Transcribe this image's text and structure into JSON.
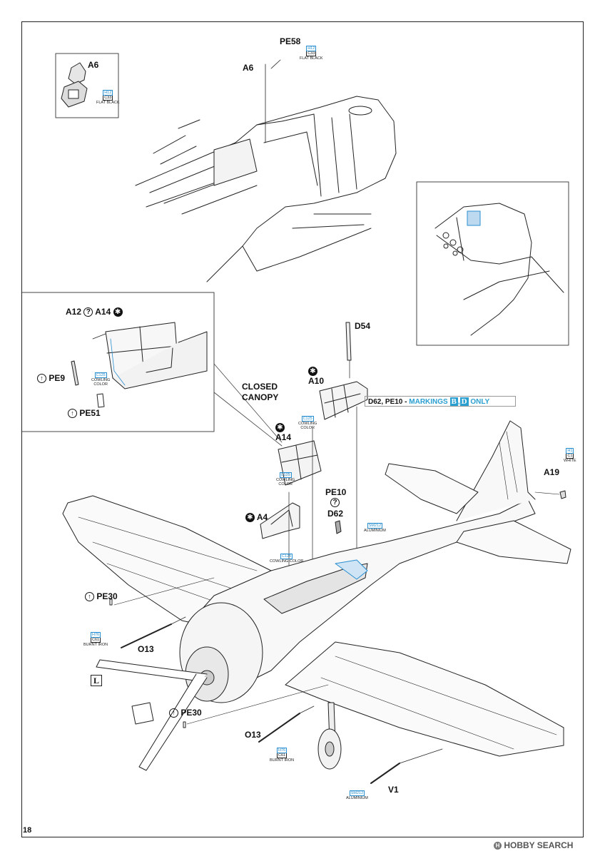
{
  "page_number": "18",
  "watermark": "HOBBY SEARCH",
  "notice": {
    "prefix": "D62, PE10 - ",
    "markings_word": "MARKINGS",
    "marking_b": "B",
    "sep": ",",
    "marking_d": "D",
    "suffix": "ONLY"
  },
  "closed_canopy": "CLOSED\nCANOPY",
  "side_mark": "L",
  "parts": {
    "pe58": "PE58",
    "a6_top": "A6",
    "a6_inset": "A6",
    "a12": "A12",
    "a14_inset": "A14",
    "pe9": "PE9",
    "pe51": "PE51",
    "d54": "D54",
    "a10": "A10",
    "a14": "A14",
    "a4": "A4",
    "pe10": "PE10",
    "d62": "D62",
    "a19": "A19",
    "pe30_a": "PE30",
    "pe30_b": "PE30",
    "o13_a": "O13",
    "o13_b": "O13",
    "v1": "V1"
  },
  "paints": {
    "flat_black_1": {
      "code": "H12",
      "code2": "C33",
      "name": "FLAT BLACK"
    },
    "flat_black_2": {
      "code": "H12",
      "code2": "C33",
      "name": "FLAT BLACK"
    },
    "cowling_1": {
      "code": "C125",
      "name": "COWLING\nCOLOR"
    },
    "cowling_2": {
      "code": "C125",
      "name": "COWLING\nCOLOR"
    },
    "cowling_3": {
      "code": "C125",
      "name": "COWLING\nCOLOR"
    },
    "cowling_4": {
      "code": "C125",
      "name": "COWLING COLOR"
    },
    "aluminium_1": {
      "code": "SM212",
      "name": "ALUMINIUM"
    },
    "aluminium_2": {
      "code": "SM212",
      "name": "ALUMINIUM"
    },
    "white": {
      "code": "H1",
      "code2": "C1",
      "name": "WHITE"
    },
    "burnt_1": {
      "code": "H76",
      "code2": "C61",
      "name": "BURNT IRON"
    },
    "burnt_2": {
      "code": "H76",
      "code2": "C61",
      "name": "BURNT IRON"
    }
  }
}
